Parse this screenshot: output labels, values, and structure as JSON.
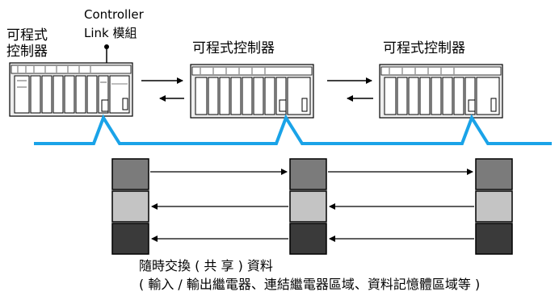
{
  "labels": {
    "plc_first_line1": "可程式",
    "plc_first_line2": "控制器",
    "controller_line1": "Controller",
    "controller_line2": "Link 模組",
    "plc_second": "可程式控制器",
    "plc_third": "可程式控制器"
  },
  "caption": {
    "line1": "隨時交換 ( 共 享 ) 資料",
    "line2": "( 輸入 / 輸出繼電器、連結繼電器區域、資料記憶體區域等 )"
  },
  "colors": {
    "network_line": "#1aa3e8",
    "block_top": "#7b7b7b",
    "block_middle": "#c4c4c4",
    "block_bottom": "#3a3a3a"
  }
}
